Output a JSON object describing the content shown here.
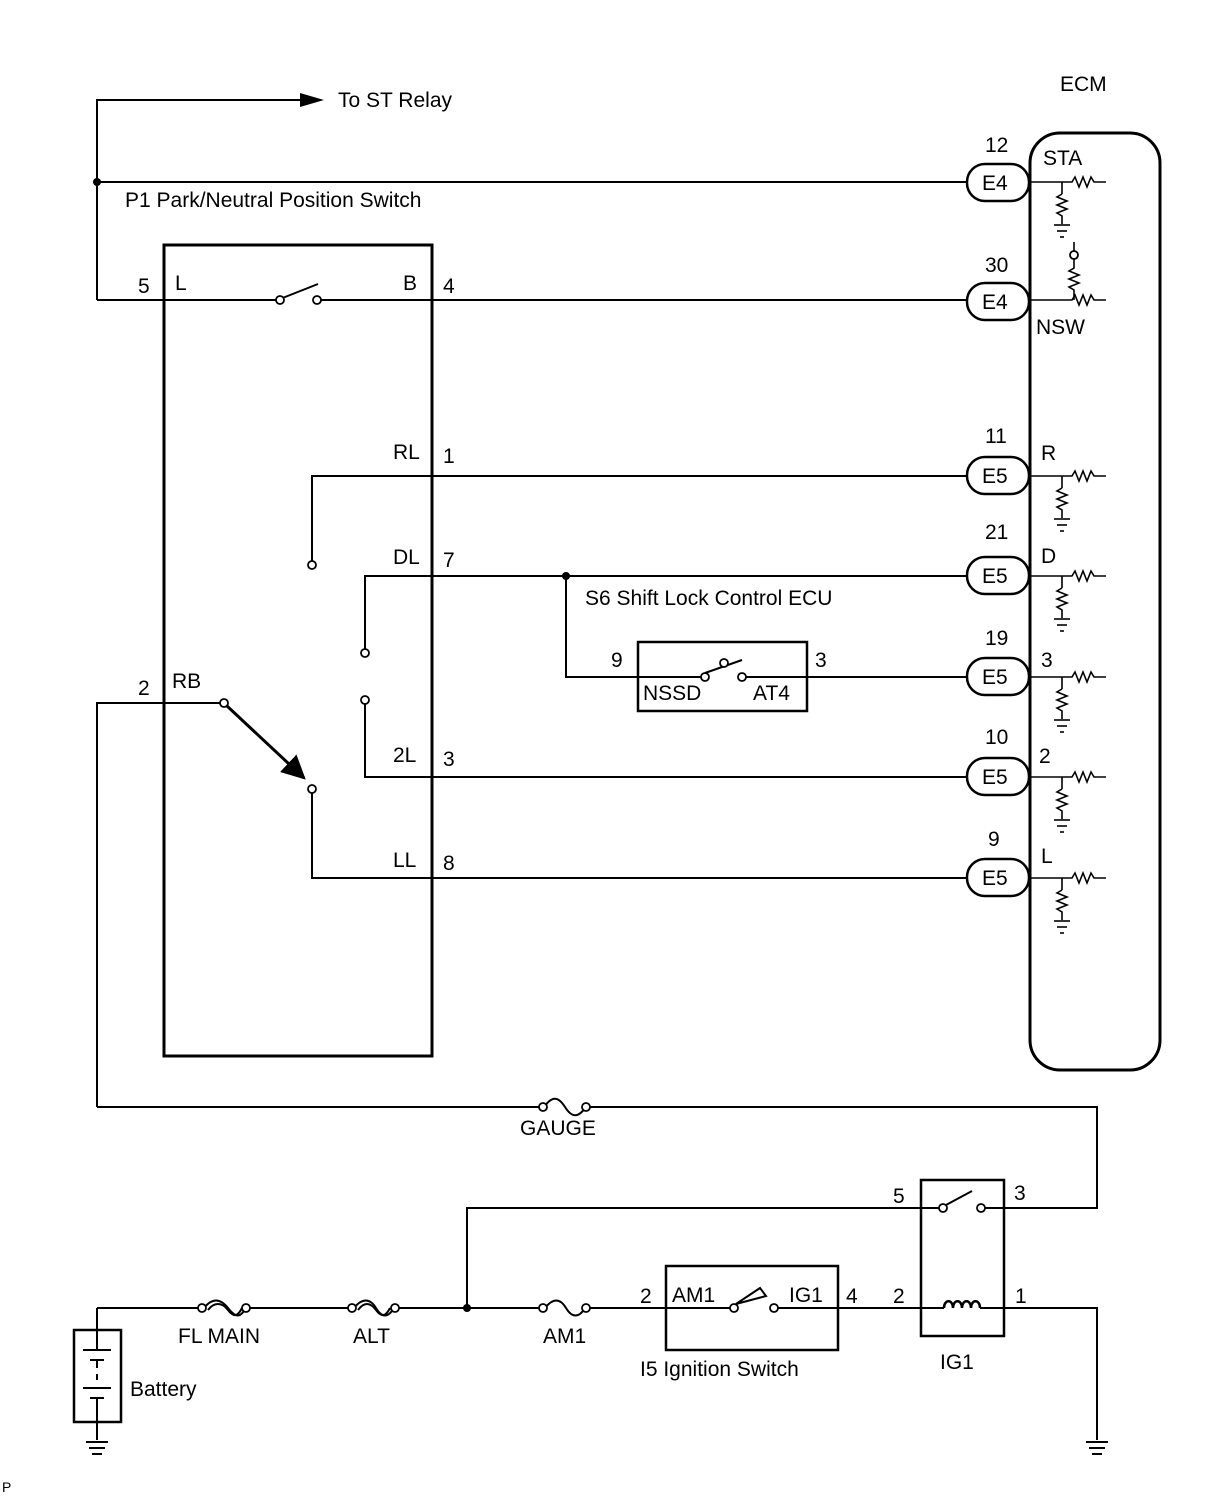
{
  "labels": {
    "to_st_relay": "To ST Relay",
    "ecm": "ECM",
    "p1_switch": "P1 Park/Neutral Position Switch",
    "s6_ecu": "S6 Shift Lock Control ECU",
    "gauge": "GAUGE",
    "fl_main": "FL MAIN",
    "alt": "ALT",
    "am1_fuse": "AM1",
    "battery": "Battery",
    "i5_switch": "I5 Ignition Switch",
    "ig1_relay": "IG1",
    "corner_mark": "P"
  },
  "p1": {
    "pin_5": "5",
    "L": "L",
    "B": "B",
    "pin_4": "4",
    "RL": "RL",
    "pin_1": "1",
    "DL": "DL",
    "pin_7": "7",
    "pin_2": "2",
    "RB": "RB",
    "2L": "2L",
    "pin_3": "3",
    "LL": "LL",
    "pin_8": "8"
  },
  "s6": {
    "pin_9": "9",
    "pin_3": "3",
    "NSSD": "NSSD",
    "AT4": "AT4"
  },
  "ecm_pins": [
    {
      "pin": "12",
      "connector": "E4",
      "signal": "STA"
    },
    {
      "pin": "30",
      "connector": "E4",
      "signal": "NSW"
    },
    {
      "pin": "11",
      "connector": "E5",
      "signal": "R"
    },
    {
      "pin": "21",
      "connector": "E5",
      "signal": "D"
    },
    {
      "pin": "19",
      "connector": "E5",
      "signal": "3"
    },
    {
      "pin": "10",
      "connector": "E5",
      "signal": "2"
    },
    {
      "pin": "9",
      "connector": "E5",
      "signal": "L"
    }
  ],
  "ignition_switch": {
    "pin_2": "2",
    "AM1": "AM1",
    "IG1": "IG1",
    "pin_4": "4"
  },
  "ig1_relay": {
    "pin_5": "5",
    "pin_3": "3",
    "pin_2": "2",
    "pin_1": "1"
  }
}
